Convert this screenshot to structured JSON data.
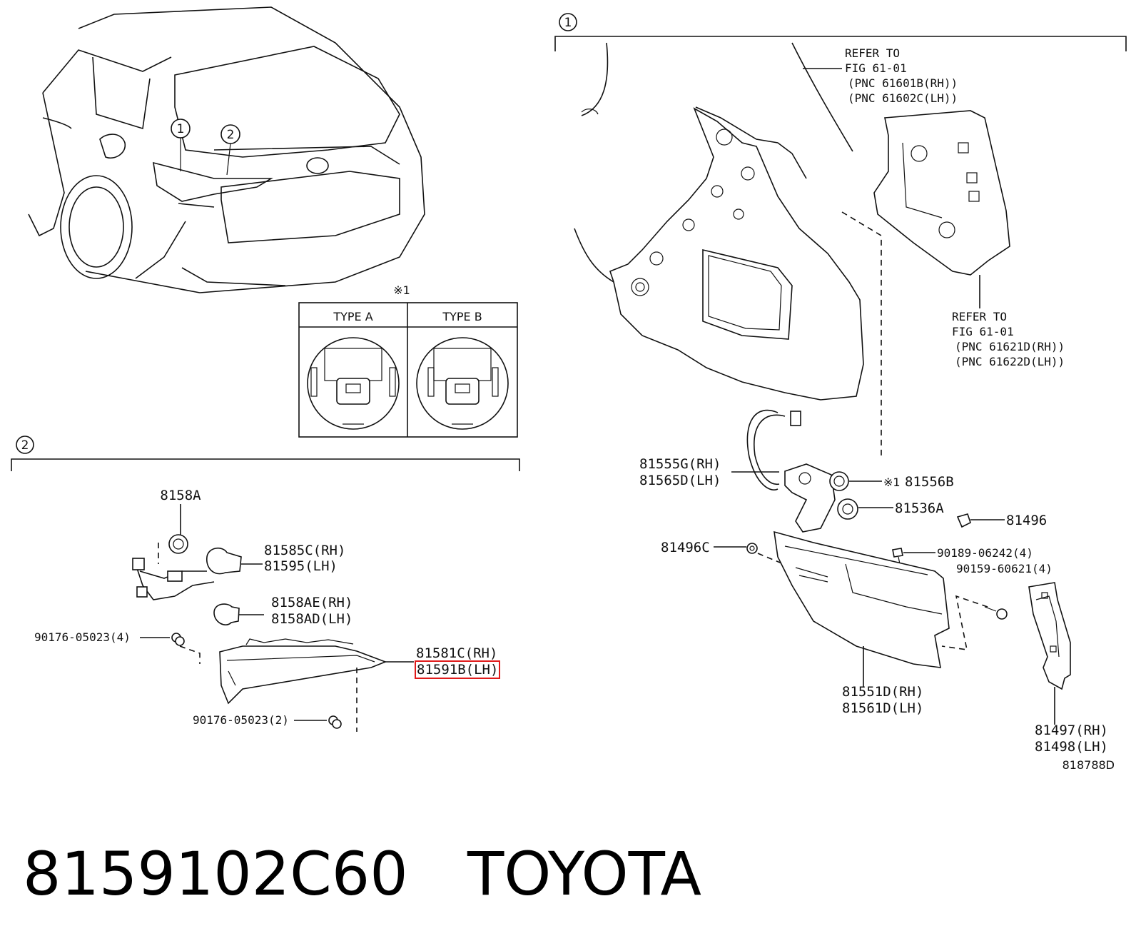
{
  "diagram": {
    "callout_1": "1",
    "callout_2": "2",
    "note_mark": "※1",
    "type_a": "TYPE A",
    "type_b": "TYPE B",
    "refer_top": {
      "line1": "REFER TO",
      "line2": "FIG 61-01",
      "line3": "(PNC 61601B(RH))",
      "line4": "(PNC 61602C(LH))"
    },
    "refer_bottom": {
      "line1": "REFER TO",
      "line2": "FIG 61-01",
      "line3": "(PNC 61621D(RH))",
      "line4": "(PNC 61622D(LH))"
    },
    "parts": {
      "p8158A": "8158A",
      "p81585C": "81585C(RH)",
      "p81595": "81595(LH)",
      "p8158AE": "8158AE(RH)",
      "p8158AD": "8158AD(LH)",
      "p90176_4": "90176-05023(4)",
      "p81581C": "81581C(RH)",
      "p81591B": "81591B(LH)",
      "p90176_2": "90176-05023(2)",
      "p81555G": "81555G(RH)",
      "p81565D": "81565D(LH)",
      "p81556B_mark": "※1",
      "p81556B": "81556B",
      "p81536A": "81536A",
      "p81496": "81496",
      "p81496C": "81496C",
      "p90189": "90189-06242(4)",
      "p90159": "90159-60621(4)",
      "p81551D": "81551D(RH)",
      "p81561D": "81561D(LH)",
      "p81497": "81497(RH)",
      "p81498": "81498(LH)"
    },
    "figure_code": "818788D"
  },
  "footer": {
    "part_number": "8159102C60",
    "brand": "TOYOTA"
  }
}
